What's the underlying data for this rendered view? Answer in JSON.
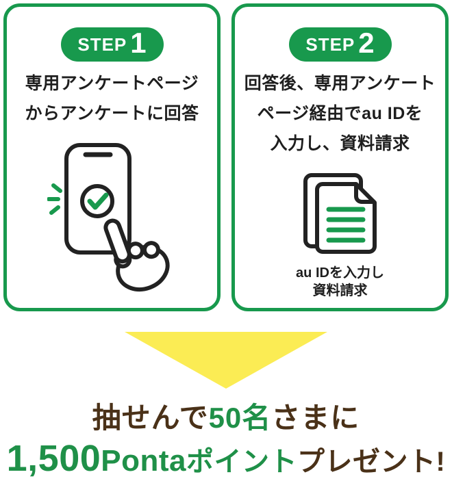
{
  "colors": {
    "green": "#18994d",
    "text_green": "#1f9048",
    "brown": "#4a3118",
    "dark": "#1e1e1e",
    "yellow": "#fbec54"
  },
  "steps": [
    {
      "badge": {
        "label": "STEP",
        "number": "1"
      },
      "lines": [
        "専用アンケートページ",
        "からアンケートに回答"
      ],
      "icon": "phone-check-tap-icon"
    },
    {
      "badge": {
        "label": "STEP",
        "number": "2"
      },
      "lines": [
        "回答後、専用アンケート",
        "ページ経由でau IDを",
        "入力し、資料請求"
      ],
      "icon": "document-lines-icon",
      "caption_lines": [
        "au IDを入力し",
        "資料請求"
      ]
    }
  ],
  "arrow": {
    "shape": "down-triangle"
  },
  "prize": {
    "line1": [
      {
        "text": "抽せんで",
        "color": "brown"
      },
      {
        "text": "50名",
        "color": "green"
      },
      {
        "text": "さまに",
        "color": "brown"
      }
    ],
    "line2": [
      {
        "text": "1,500",
        "color": "green"
      },
      {
        "text": "Ponta",
        "color": "green"
      },
      {
        "text": "ポイント",
        "color": "green"
      },
      {
        "text": "プレゼント!",
        "color": "brown"
      }
    ]
  }
}
